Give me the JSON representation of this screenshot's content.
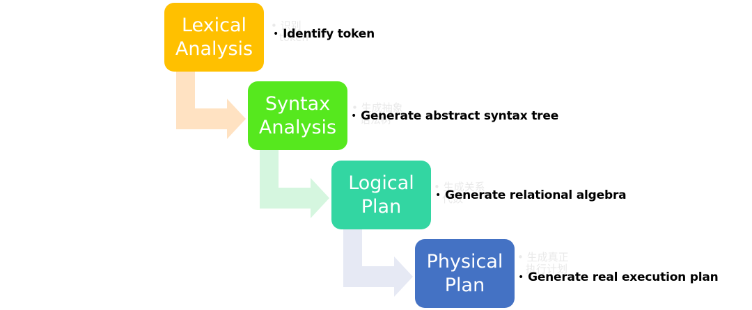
{
  "stages": [
    {
      "id": "lexical",
      "lines": [
        "Lexical",
        "Analysis"
      ],
      "color": "#FFC000",
      "arrow_color": "#FFE2C2",
      "description": "Identify token",
      "ghost_text": [
        "• 识别",
        "token"
      ]
    },
    {
      "id": "syntax",
      "lines": [
        "Syntax",
        "Analysis"
      ],
      "color": "#56E81E",
      "arrow_color": "#D5F6DF",
      "description": "Generate abstract syntax tree",
      "ghost_text": [
        "• 生成抽象",
        "语法树"
      ]
    },
    {
      "id": "logical",
      "lines": [
        "Logical",
        "Plan"
      ],
      "color": "#33D6A2",
      "arrow_color": "#E6E9F4",
      "description": "Generate relational algebra",
      "ghost_text": [
        "• 生成关系",
        "代数"
      ]
    },
    {
      "id": "physical",
      "lines": [
        "Physical",
        "Plan"
      ],
      "color": "#4472C4",
      "arrow_color": null,
      "description": "Generate real execution plan",
      "ghost_text": [
        "• 生成真正",
        "执行计划"
      ]
    }
  ],
  "bullet": "•"
}
